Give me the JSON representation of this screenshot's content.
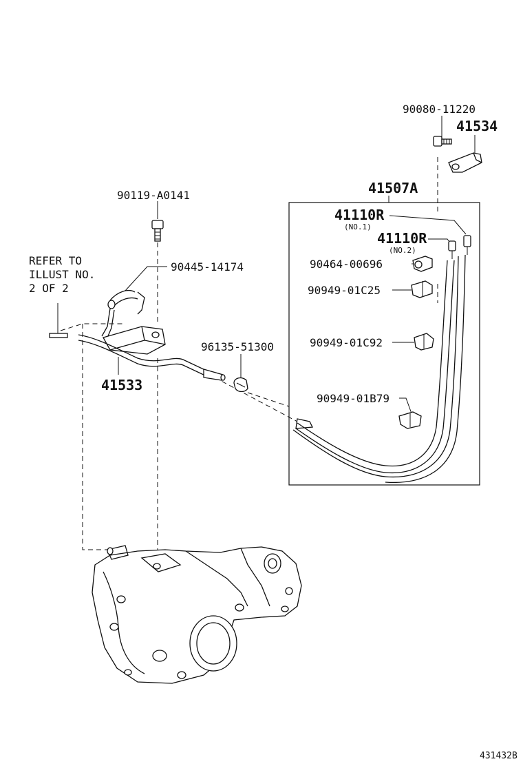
{
  "labels": {
    "p90080": "90080-11220",
    "p41534": "41534",
    "p41507a": "41507A",
    "p41110r_1": "41110R",
    "no1": "(NO.1)",
    "p41110r_2": "41110R",
    "no2": "(NO.2)",
    "p90464": "90464-00696",
    "p90949_c25": "90949-01C25",
    "p90949_c92": "90949-01C92",
    "p90949_b79": "90949-01B79",
    "p90119": "90119-A0141",
    "p90445": "90445-14174",
    "p96135": "96135-51300",
    "p41533": "41533",
    "refer_1": "REFER TO",
    "refer_2": "ILLUST NO.",
    "refer_3": "2 OF 2",
    "diagram_id": "431432B"
  }
}
